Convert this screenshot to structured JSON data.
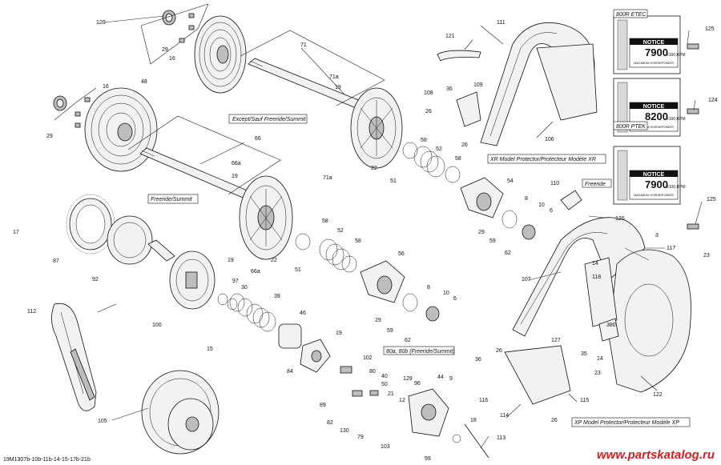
{
  "diagram": {
    "drawing_code": "19M1307b-10b-11b-14-15-17b-21b",
    "watermark": "www.partskatalog.ru",
    "boxes": {
      "except_freeride": "Except/Sauf Freeride/Summit",
      "freeride_summit": "Freeride/Summit",
      "xr_protector": "XR Model Protector/Protecteur Modèle XR",
      "xp_protector": "XP Model Protector/Protecteur Modèle XP",
      "r80": "80a, 80b (Freeride/Summit)",
      "etec": "800R ETEC",
      "ptek": "800R PTEK",
      "freeride": "Freeride"
    },
    "notices": [
      {
        "title": "NOTICE",
        "rpm": "7900",
        "unit": "±100 RPM",
        "caption": "MAXIMUM HORSEPOWER"
      },
      {
        "title": "NOTICE",
        "rpm": "8200",
        "unit": "±100 RPM",
        "caption": "MAXIMUM HORSEPOWER"
      },
      {
        "title": "NOTICE",
        "rpm": "7900",
        "unit": "±100 RPM",
        "caption": "MAXIMUM HORSEPOWER"
      }
    ],
    "callouts": {
      "c120": "120",
      "c29a": "29",
      "c16a": "16",
      "c48": "48",
      "c16b": "16",
      "c29b": "29",
      "c71": "71",
      "c71a1": "71a",
      "c19a": "19",
      "c66": "66",
      "c66a1": "66a",
      "c19b": "19",
      "c71a2": "71a",
      "c22a": "22",
      "c51a": "51",
      "c17": "17",
      "c87": "87",
      "c92": "92",
      "c100": "100",
      "c97": "97",
      "c30": "30",
      "c39": "39",
      "c19c": "19",
      "c66a2": "66a",
      "c22b": "22",
      "c51b": "51",
      "c58a": "58",
      "c52a": "52",
      "c58b": "58",
      "c58c": "58",
      "c52b": "52",
      "c58d": "58",
      "c56": "56",
      "c54": "54",
      "c29c": "29",
      "c59a": "59",
      "c62a": "62",
      "c8a": "8",
      "c10a": "10",
      "c6a": "6",
      "c29d": "29",
      "c59b": "59",
      "c62b": "62",
      "c8b": "8",
      "c10b": "10",
      "c6b": "6",
      "c121": "121",
      "c111": "111",
      "c108": "108",
      "c36a": "36",
      "c109": "109",
      "c26a": "26",
      "c26b": "26",
      "c106": "106",
      "c125a": "125",
      "c124": "124",
      "c110": "110",
      "c125b": "125",
      "c126": "126",
      "c3": "3",
      "c117": "117",
      "c23a": "23",
      "c107": "107",
      "c14a": "14",
      "c118": "118",
      "c380": "380",
      "c127": "127",
      "c35": "35",
      "c36b": "36",
      "c26c": "26",
      "c14b": "14",
      "c23b": "23",
      "c122": "122",
      "c116": "116",
      "c115": "115",
      "c114": "114",
      "c26d": "26",
      "c112": "112",
      "c15": "15",
      "c46": "46",
      "c84": "84",
      "c19d": "19",
      "c102": "102",
      "c80": "80",
      "c40": "40",
      "c89": "89",
      "c50": "50",
      "c21": "21",
      "c82": "82",
      "c130": "130",
      "c79": "79",
      "c129": "129",
      "c96": "96",
      "c44": "44",
      "c9": "9",
      "c12": "12",
      "c18": "18",
      "c113": "113",
      "c105": "105",
      "c103": "103",
      "c99": "99"
    }
  }
}
